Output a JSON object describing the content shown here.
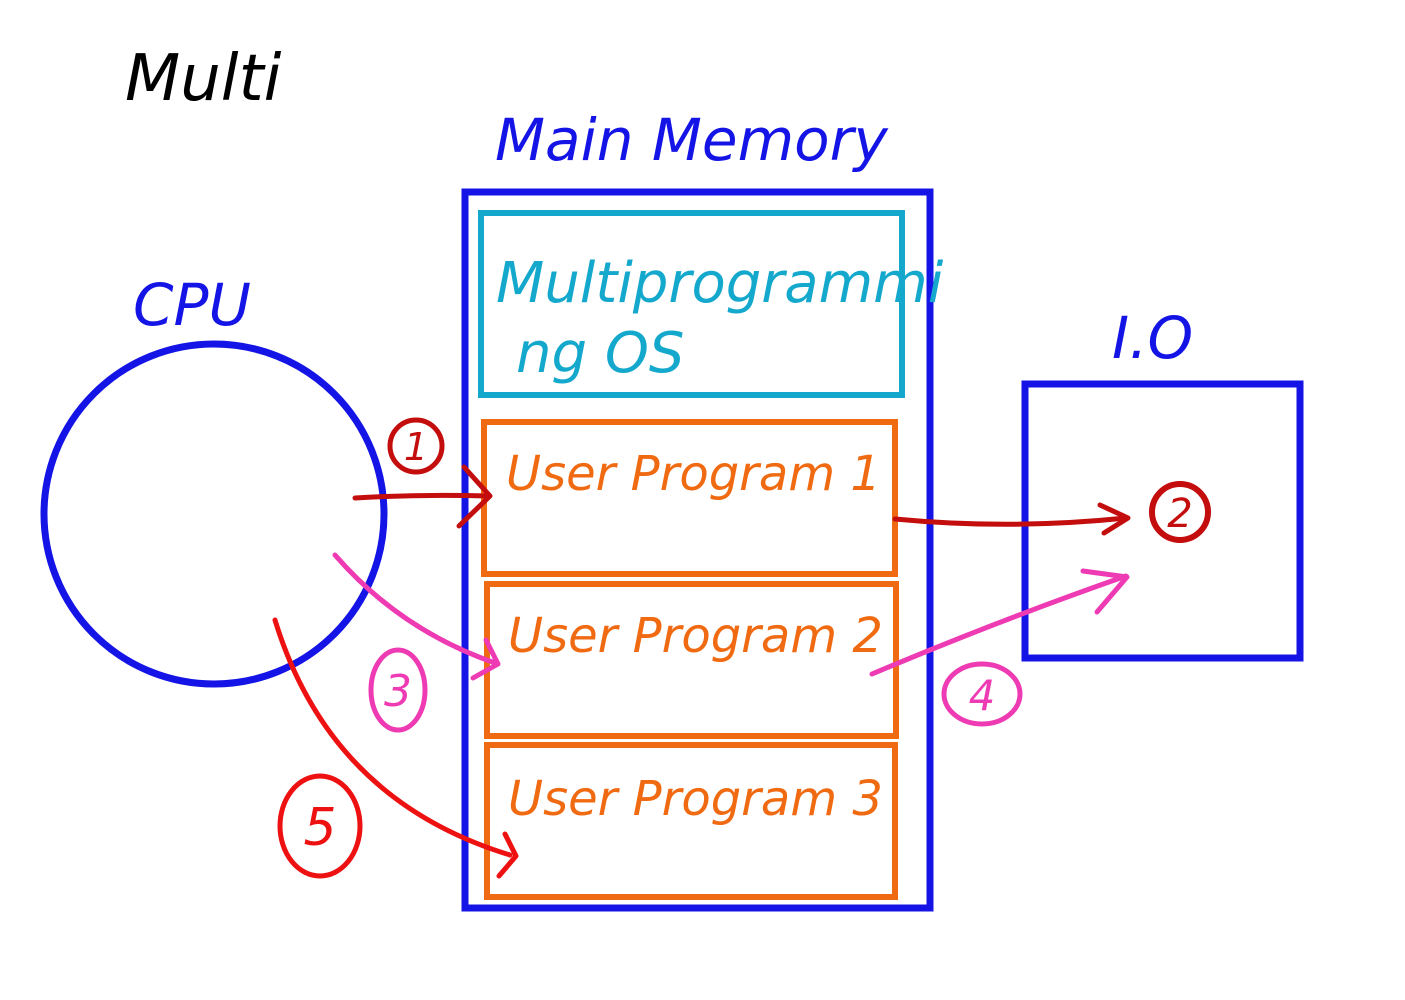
{
  "title": "Multi",
  "memory": {
    "label": "Main Memory",
    "os_line1": "Multiprogrammi",
    "os_line2": "ng OS",
    "programs": [
      "User Program 1",
      "User Program 2",
      "User Program 3"
    ]
  },
  "cpu": {
    "label": "CPU"
  },
  "io": {
    "label": "I.O"
  },
  "steps": [
    "1",
    "2",
    "3",
    "4",
    "5"
  ],
  "colors": {
    "ink": "#000000",
    "blue": "#1414e6",
    "cyan": "#13a8cc",
    "orange": "#f06a12",
    "darkred": "#c40d0d",
    "red": "#ee1111",
    "pink": "#ee3bb4"
  }
}
